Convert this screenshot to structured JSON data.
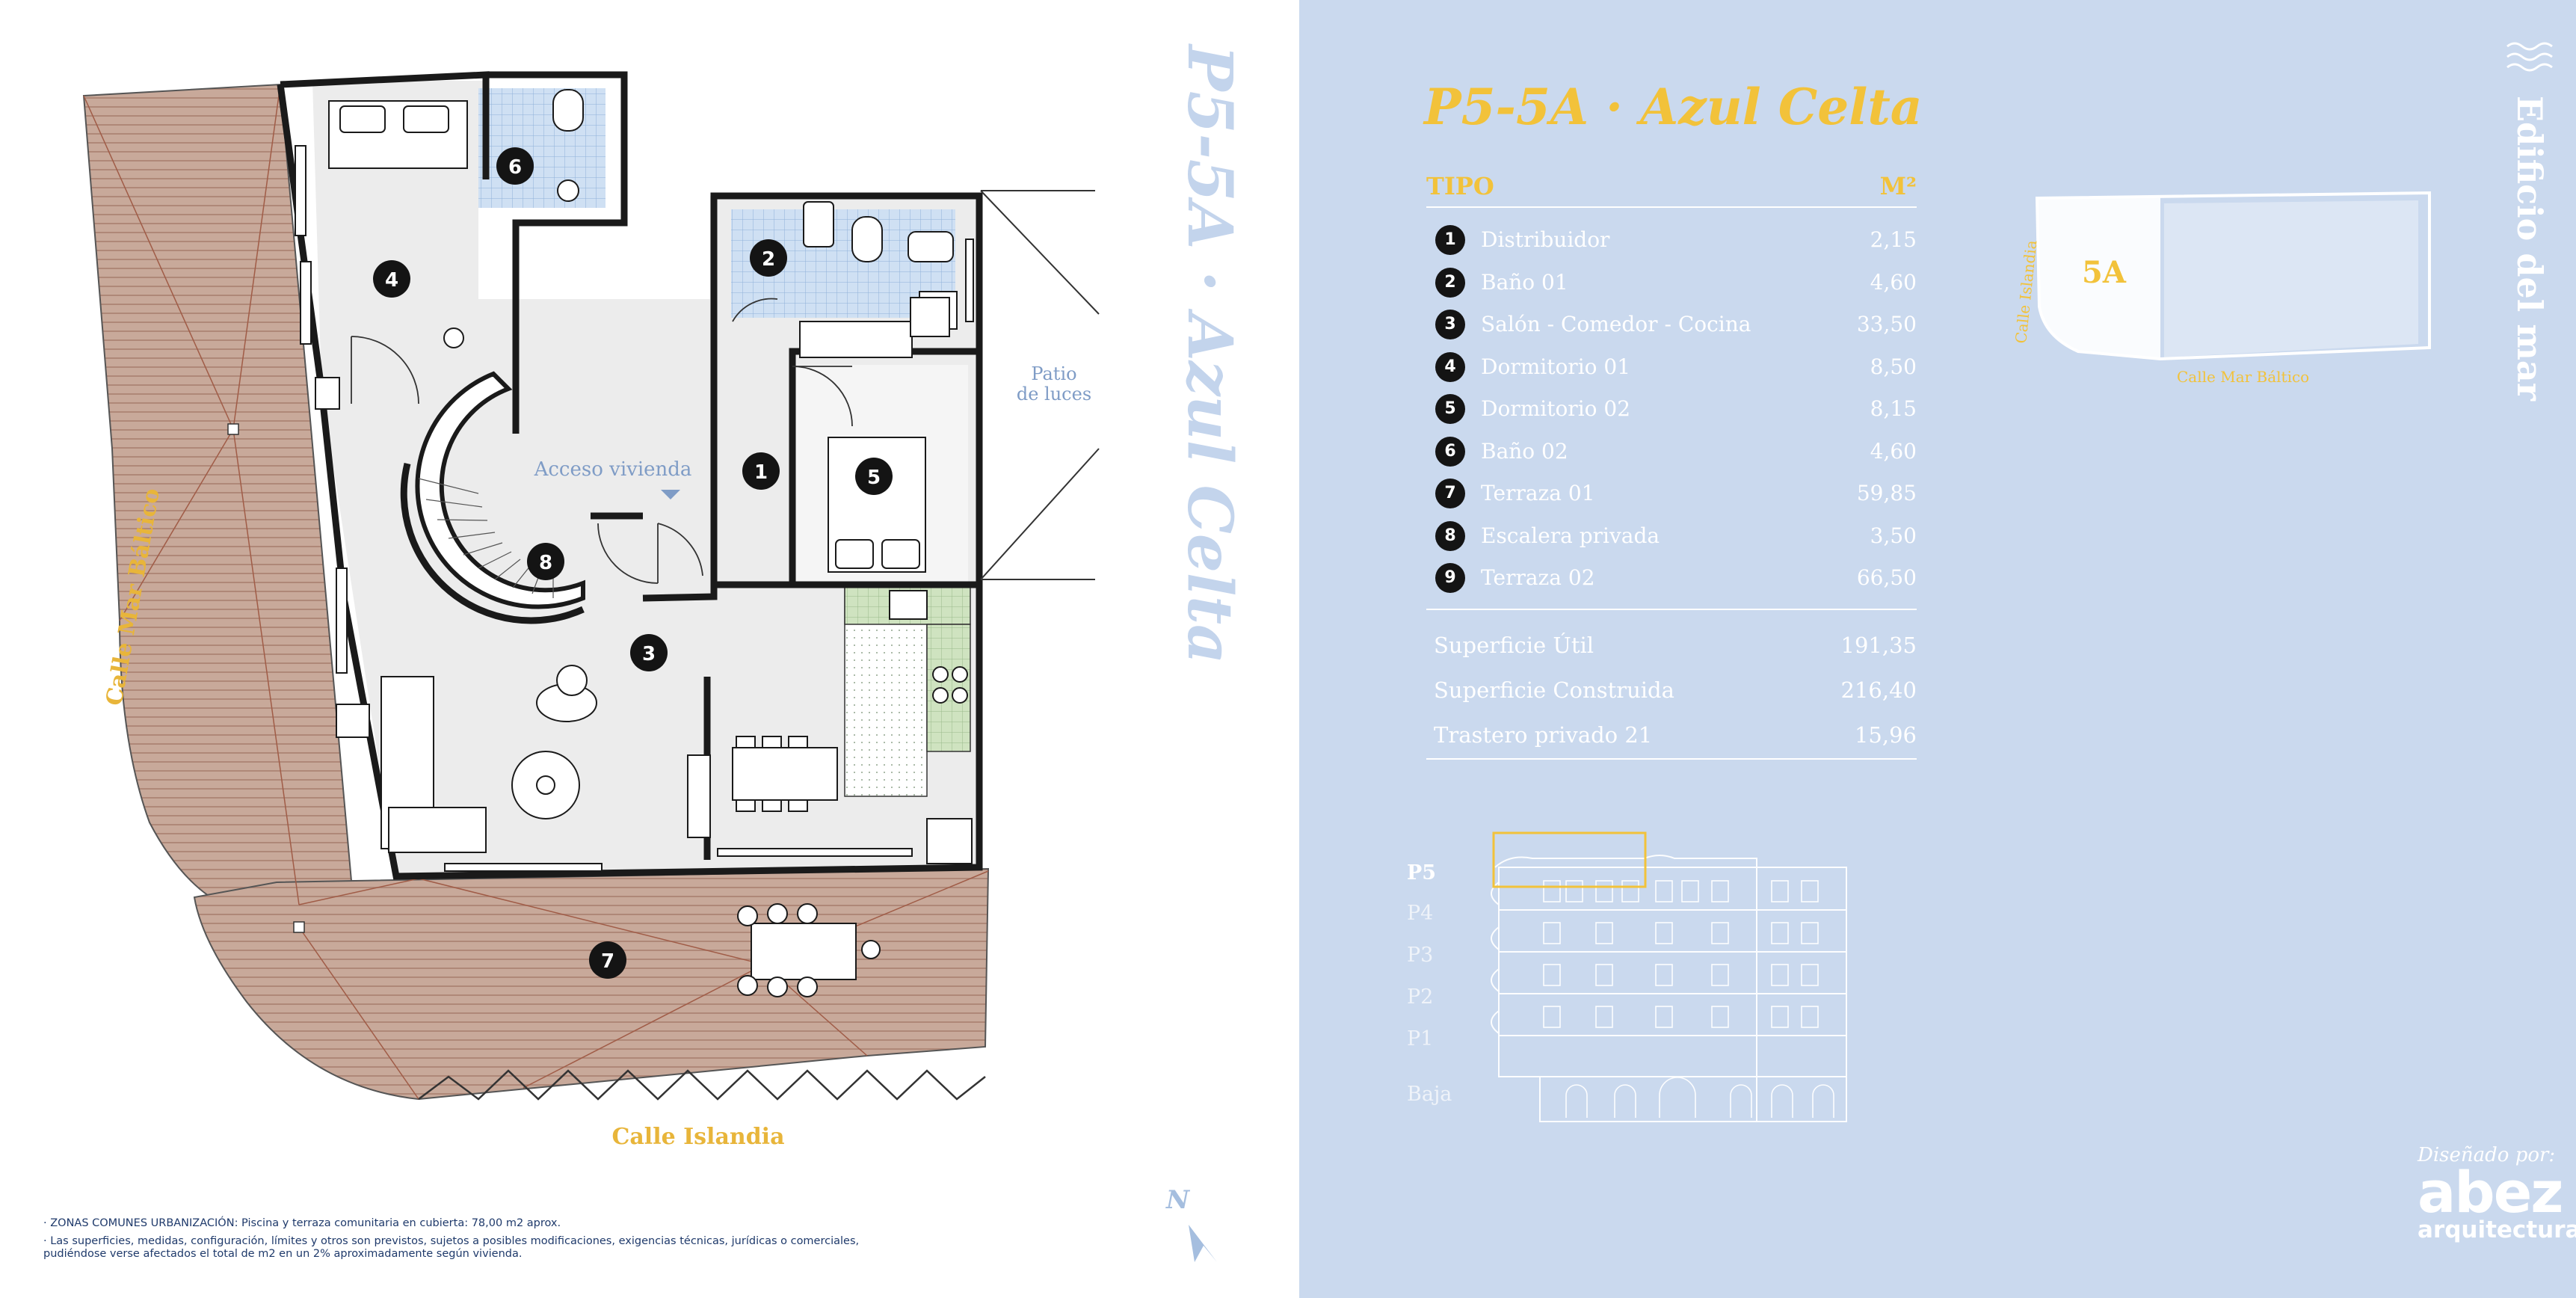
{
  "plan": {
    "street_left": "Calle Mar Báltico",
    "street_bottom": "Calle Islandia",
    "patio_line1": "Patio",
    "patio_line2": "de luces",
    "access_label": "Acceso vivienda",
    "room_markers": [
      "1",
      "2",
      "3",
      "4",
      "5",
      "6",
      "7",
      "8"
    ],
    "colors": {
      "terrace_fill": "#c8a99a",
      "terrace_lines": "#a66a58",
      "wall": "#1a1a1a",
      "floor": "#ececec",
      "bath_tile": "#cfe0f3",
      "green_tile": "#cfe3c0"
    }
  },
  "vertical_title": "P5-5A · Azul Celta",
  "notes": [
    "· ZONAS COMUNES URBANIZACIÓN: Piscina y terraza comunitaria en cubierta: 78,00 m2 aprox.",
    "· Las superficies, medidas, configuración, límites y otros son previstos, sujetos a posibles modificaciones, exigencias técnicas, jurídicas o comerciales,",
    "pudiéndose verse afectados el total de m2  en un 2% aproximadamente según vivienda."
  ],
  "north_label": "N",
  "title": "P5-5A · Azul Celta",
  "table": {
    "col_type": "TIPO",
    "col_m2": "M²",
    "rows": [
      {
        "num": "1",
        "name": "Distribuidor",
        "value": "2,15"
      },
      {
        "num": "2",
        "name": "Baño 01",
        "value": "4,60"
      },
      {
        "num": "3",
        "name": "Salón - Comedor - Cocina",
        "value": "33,50"
      },
      {
        "num": "4",
        "name": "Dormitorio 01",
        "value": "8,50"
      },
      {
        "num": "5",
        "name": "Dormitorio 02",
        "value": "8,15"
      },
      {
        "num": "6",
        "name": "Baño 02",
        "value": "4,60"
      },
      {
        "num": "7",
        "name": "Terraza 01",
        "value": "59,85"
      },
      {
        "num": "8",
        "name": "Escalera privada",
        "value": "3,50"
      },
      {
        "num": "9",
        "name": "Terraza 02",
        "value": "66,50"
      }
    ],
    "summary": [
      {
        "name": "Superficie Útil",
        "value": "191,35"
      },
      {
        "name": "Superficie Construida",
        "value": "216,40"
      },
      {
        "name": "Trastero privado 21",
        "value": "15,96"
      }
    ]
  },
  "building": {
    "name": "Edificio del mar",
    "unit": "5A",
    "street_side": "Calle Islandia",
    "street_bottom": "Calle Mar Báltico"
  },
  "floors": [
    "P5",
    "P4",
    "P3",
    "P2",
    "P1",
    "Baja"
  ],
  "credit": {
    "by": "Diseñado por:",
    "brand": "abez",
    "sub": "arquitectura"
  },
  "colors": {
    "accent": "#f2c23a",
    "panel": "#cad9ee",
    "text_dark": "#1f3a6b",
    "title_vertical": "#c3d4ec"
  }
}
